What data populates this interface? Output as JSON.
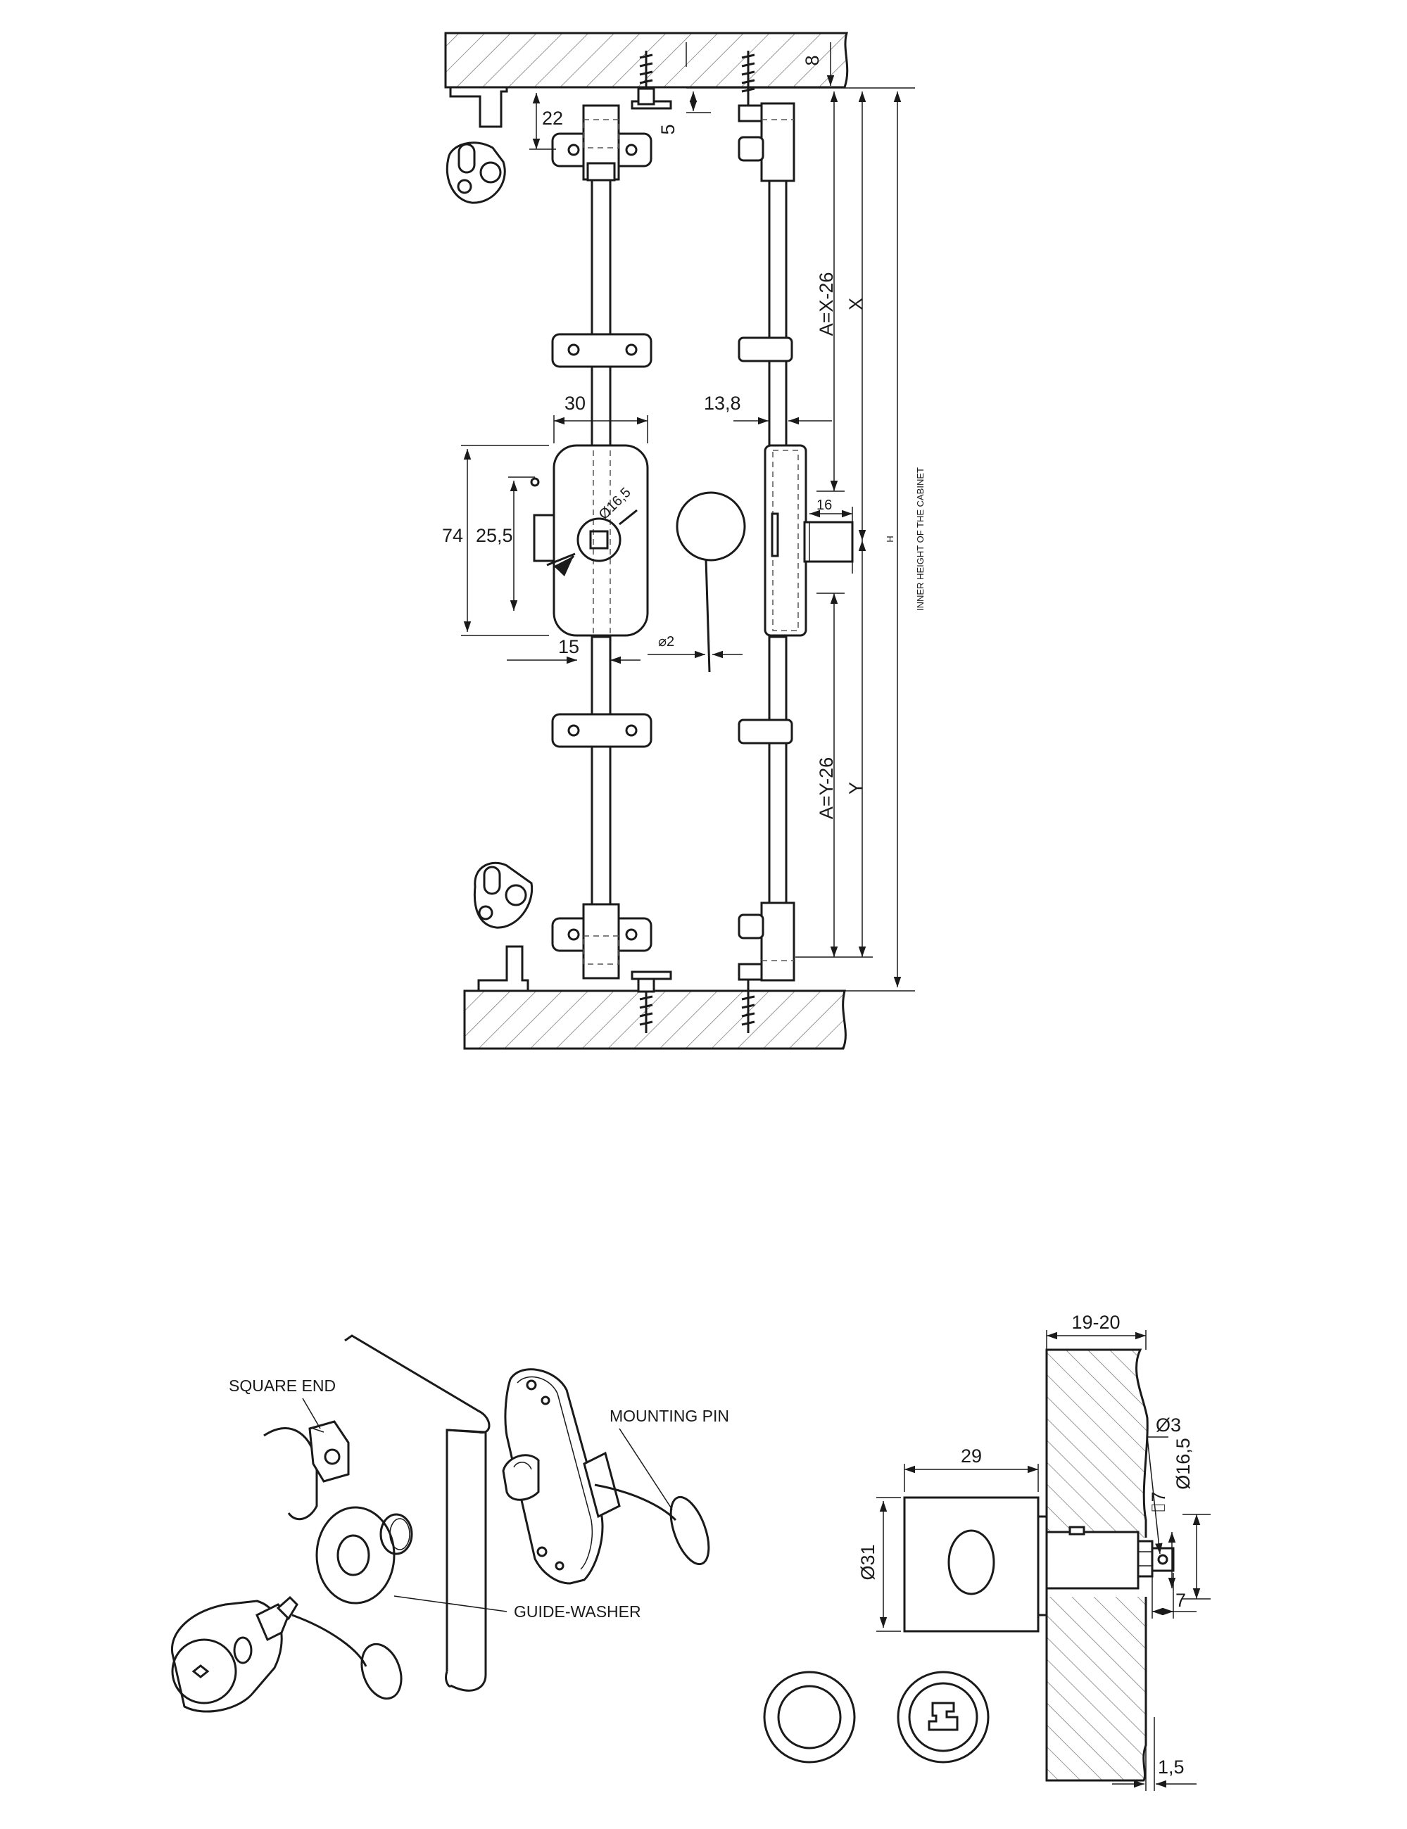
{
  "colors": {
    "ink": "#1a1a1a",
    "hatch": "#777777",
    "background": "#ffffff"
  },
  "front_view": {
    "dims": {
      "top_gap": "8",
      "bracket_offset": "22",
      "screw_gap": "5",
      "body_width": "30",
      "rod_offset": "13,8",
      "body_height": "74",
      "key_offset": "25,5",
      "key_diameter": "Ø16,5",
      "bottom_width": "15",
      "pin_diameter": "⌀2",
      "latch_depth": "16",
      "formula_top": "A=X-26",
      "formula_bottom": "A=Y-26",
      "x_label": "X",
      "y_label": "Y",
      "h_label": "H",
      "inner_height": "INNER HEIGHT OF THE CABINET"
    }
  },
  "assembly_view": {
    "labels": {
      "square_end": "SQUARE END",
      "mounting_pin": "MOUNTING PIN",
      "guide_washer": "GUIDE-WASHER"
    }
  },
  "section_view": {
    "dims": {
      "door_thickness": "19-20",
      "cyl_length": "29",
      "cyl_diameter": "Ø31",
      "pin_dia": "Ø3",
      "square_size": "⌷7",
      "shaft_dia": "Ø16,5",
      "tip_length": "7",
      "washer_thickness": "1,5"
    }
  }
}
